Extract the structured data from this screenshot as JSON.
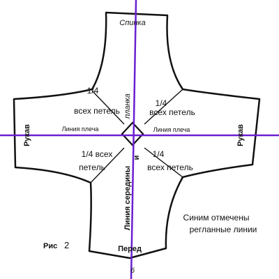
{
  "labels": {
    "back": "Спинка",
    "front": "Перед",
    "sleeve_left": "Рукав",
    "sleeve_right": "Рукав",
    "shoulder_left": "Линия плеча",
    "shoulder_right": "Линия плеча",
    "placket": "планка",
    "center_line": "Линия середины",
    "center_and": "и",
    "quarter_tl_1": "1/4",
    "quarter_tl_2": "всех петель",
    "quarter_tr_1": "1/4",
    "quarter_tr_2": "всех петель",
    "quarter_bl_1": "1/4 всех",
    "quarter_bl_2": "петель",
    "quarter_br_1": "1/4",
    "quarter_br_2": "всех петель",
    "note_1": "Синим отмечены",
    "note_2": "регланные линии",
    "figure": "Рис",
    "figure_number": "2",
    "bottom_mark": "б"
  },
  "colors": {
    "outline": "#111111",
    "raglan_lines": "#6a1fd0"
  }
}
